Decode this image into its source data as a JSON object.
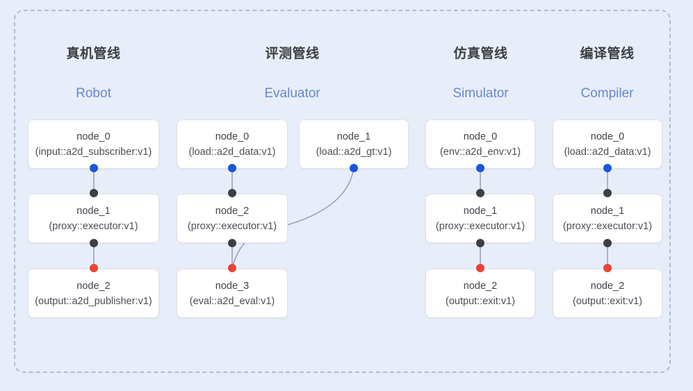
{
  "diagram": {
    "frame": {
      "style": "dashed-rounded-rect",
      "border_color": "#b4bccd"
    },
    "background_color": "#e8edfa",
    "dot_colors": {
      "output": "#1a56d8",
      "input": "#3c4043",
      "terminal": "#ea4335"
    },
    "edge_color": "#9aa3b4"
  },
  "columns": [
    {
      "id": "robot",
      "header_cn": "真机管线",
      "header_en": "Robot",
      "nodes": [
        {
          "name": "node_0",
          "spec": "(input::a2d_subscriber:v1)"
        },
        {
          "name": "node_1",
          "spec": "(proxy::executor:v1)"
        },
        {
          "name": "node_2",
          "spec": "(output::a2d_publisher:v1)"
        }
      ]
    },
    {
      "id": "evaluator",
      "header_cn": "评测管线",
      "header_en": "Evaluator",
      "nodes": [
        {
          "name": "node_0",
          "spec": "(load::a2d_data:v1)"
        },
        {
          "name": "node_1",
          "spec": "(load::a2d_gt:v1)"
        },
        {
          "name": "node_2",
          "spec": "(proxy::executor:v1)"
        },
        {
          "name": "node_3",
          "spec": "(eval::a2d_eval:v1)"
        }
      ]
    },
    {
      "id": "simulator",
      "header_cn": "仿真管线",
      "header_en": "Simulator",
      "nodes": [
        {
          "name": "node_0",
          "spec": "(env::a2d_env:v1)"
        },
        {
          "name": "node_1",
          "spec": "(proxy::executor:v1)"
        },
        {
          "name": "node_2",
          "spec": "(output::exit:v1)"
        }
      ]
    },
    {
      "id": "compiler",
      "header_cn": "编译管线",
      "header_en": "Compiler",
      "nodes": [
        {
          "name": "node_0",
          "spec": "(load::a2d_data:v1)"
        },
        {
          "name": "node_1",
          "spec": "(proxy::executor:v1)"
        },
        {
          "name": "node_2",
          "spec": "(output::exit:v1)"
        }
      ]
    }
  ]
}
